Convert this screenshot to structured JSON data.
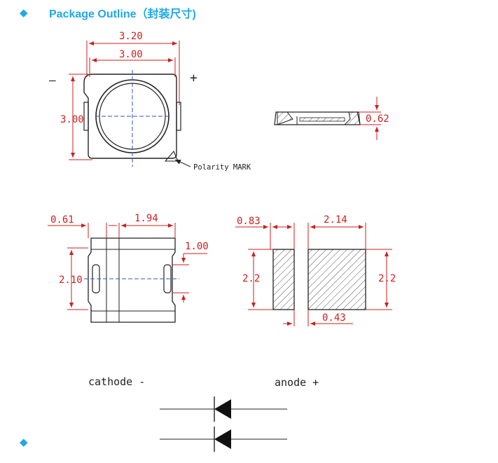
{
  "heading": {
    "icon": "diamond-bullet-icon",
    "title": "Package Outline（封装尺寸)",
    "color": "#1fa9e6"
  },
  "top_view": {
    "dim_width_outer": "3.20",
    "dim_width_inner": "3.00",
    "dim_height": "3.00",
    "minus": "—",
    "plus": "+",
    "polarity_label": "Polarity MARK"
  },
  "side_view": {
    "dim_height": "0.62"
  },
  "bottom_view": {
    "dim_left": "0.61",
    "dim_center": "1.94",
    "dim_pad_height": "1.00",
    "dim_height": "2.10"
  },
  "pad_layout": {
    "dim_left": "0.83",
    "dim_right": "2.14",
    "dim_height_left": "2.2",
    "dim_height_right": "2.2",
    "dim_gap": "0.43"
  },
  "symbol": {
    "cathode_label": "cathode -",
    "anode_label": "anode +"
  },
  "colors": {
    "dimension": "#cc1f1f",
    "centerline": "#3355bb",
    "outline": "#222222"
  }
}
